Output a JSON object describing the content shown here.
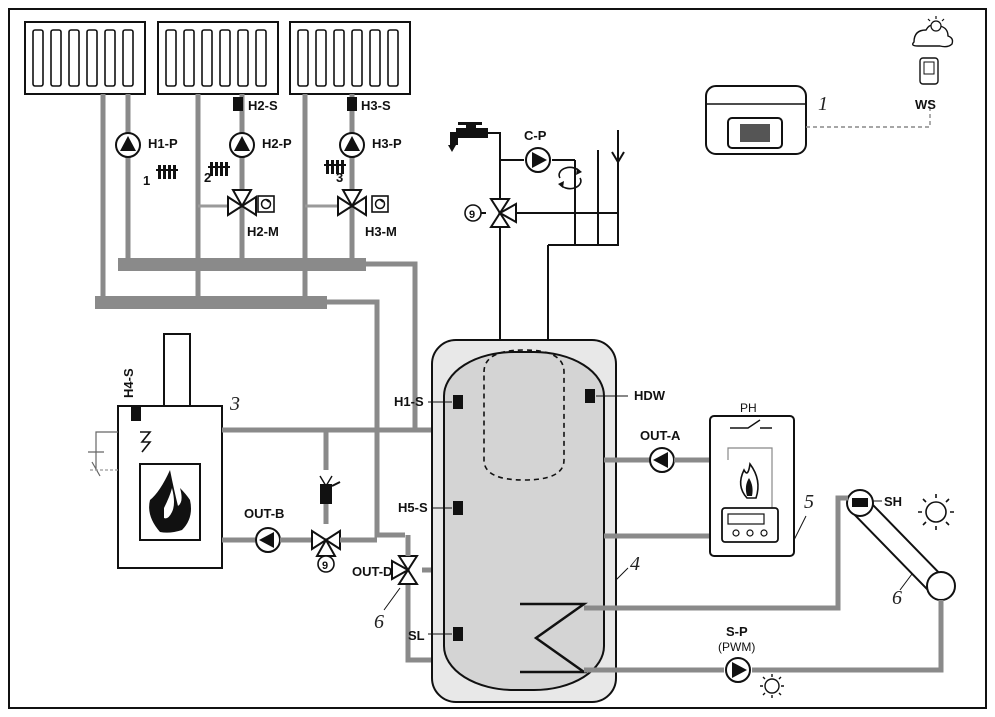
{
  "labels": {
    "h1p": "H1-P",
    "h2p": "H2-P",
    "h3p": "H3-P",
    "h2s": "H2-S",
    "h3s": "H3-S",
    "h2m": "H2-M",
    "h3m": "H3-M",
    "zone1": "1",
    "zone2": "2",
    "zone3": "3",
    "cp": "C-P",
    "ws": "WS",
    "h4s": "H4-S",
    "h1s": "H1-S",
    "h5s": "H5-S",
    "hdw": "HDW",
    "outa": "OUT-A",
    "outb": "OUT-B",
    "outd": "OUT-D",
    "sl": "SL",
    "ph": "PH",
    "sh": "SH",
    "sp": "S-P",
    "pwm": "(PWM)"
  },
  "callouts": {
    "controller": "1",
    "stove": "3",
    "tank": "4",
    "boiler": "5",
    "valve_d": "6",
    "collector": "6"
  },
  "colors": {
    "pipe": "#8a8a8a",
    "line": "#111111",
    "tank_fill": "#d4d4d4",
    "tank_outer": "#e8e8e8"
  },
  "icons": [
    "radiator-icon",
    "pump-icon",
    "three-way-valve-icon",
    "actuator-icon",
    "tap-icon",
    "weather-icon",
    "sun-icon",
    "flame-icon",
    "thermostat-icon"
  ]
}
